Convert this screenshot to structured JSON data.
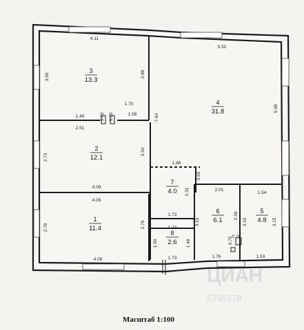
{
  "scale_label": "Масштаб 1:100",
  "watermark": {
    "brand": "ЦИАН",
    "code": "5795178"
  },
  "rooms": [
    {
      "id": "3",
      "number": "3",
      "area": "13.3"
    },
    {
      "id": "4",
      "number": "4",
      "area": "31.8"
    },
    {
      "id": "2",
      "number": "2",
      "area": "12.1"
    },
    {
      "id": "7",
      "number": "7",
      "area": "4.0"
    },
    {
      "id": "1",
      "number": "1",
      "area": "11.4"
    },
    {
      "id": "8",
      "number": "8",
      "area": "2.6"
    },
    {
      "id": "6",
      "number": "6",
      "area": "6.1"
    },
    {
      "id": "5",
      "number": "5",
      "area": "4.8"
    }
  ],
  "dimensions": [
    "4.11",
    "5.52",
    "3.50",
    "2.88",
    "0.60",
    "1.70",
    "0.60",
    "1.58",
    "2.40",
    "-7.64",
    "5.98",
    "2.51",
    "2.73",
    "3.34",
    "4.09",
    "1.86",
    "0.65",
    "2.31",
    "2.01",
    "1.54",
    "4.09",
    "2.78",
    "2.79",
    "1.73",
    "2.39",
    "3.15",
    "3.15",
    "3.15",
    "1.73",
    "1.48",
    "1.50",
    "0.75",
    "0.26",
    "4.08",
    "1.73",
    "1.76",
    "1.53"
  ]
}
